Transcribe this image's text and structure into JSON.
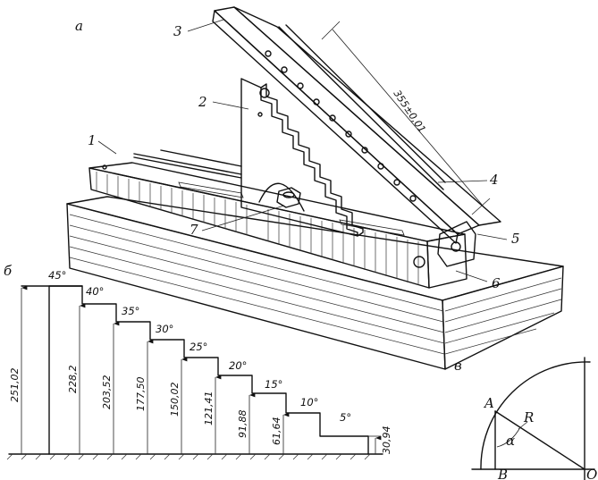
{
  "panels": {
    "a": "а",
    "b": "б",
    "v": "в"
  },
  "callouts": [
    "1",
    "2",
    "3",
    "4",
    "5",
    "6",
    "7"
  ],
  "length_dimension": "355±0,01",
  "steps": [
    {
      "angle": "45°",
      "height": "251,02"
    },
    {
      "angle": "40°",
      "height": "228,2"
    },
    {
      "angle": "35°",
      "height": "203,52"
    },
    {
      "angle": "30°",
      "height": "177,50"
    },
    {
      "angle": "25°",
      "height": "150,02"
    },
    {
      "angle": "20°",
      "height": "121,41"
    },
    {
      "angle": "15°",
      "height": "91,88"
    },
    {
      "angle": "10°",
      "height": "61,64"
    },
    {
      "angle": "5°",
      "height": "30,94"
    }
  ],
  "geometry_labels": {
    "A": "A",
    "B": "B",
    "O": "O",
    "R": "R",
    "alpha": "α"
  }
}
